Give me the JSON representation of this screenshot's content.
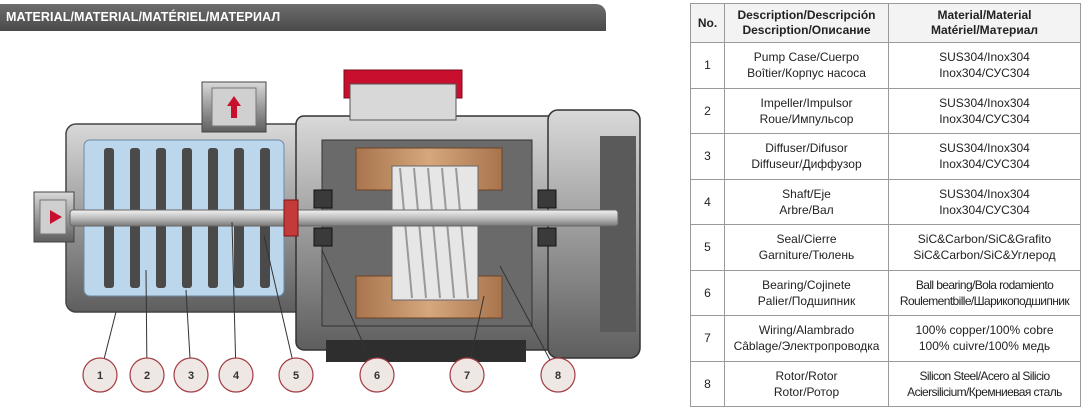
{
  "header": {
    "title": "MATERIAL/MATERIAL/MATÉRIEL/МАТЕРИАЛ"
  },
  "callouts": [
    "1",
    "2",
    "3",
    "4",
    "5",
    "6",
    "7",
    "8"
  ],
  "table": {
    "headers": [
      "No.",
      "Description/Descripción Description/Описание",
      "Material/Material Matériel/Материал"
    ],
    "header_lines": {
      "no": "No.",
      "desc1": "Description/Descripción",
      "desc2": "Description/Описание",
      "mat1": "Material/Material",
      "mat2": "Matériel/Материал"
    },
    "rows": [
      {
        "no": "1",
        "desc1": "Pump Case/Cuerpo",
        "desc2": "Boîtier/Корпус насоса",
        "mat1": "SUS304/Inox304",
        "mat2": "Inox304/СУС304"
      },
      {
        "no": "2",
        "desc1": "Impeller/Impulsor",
        "desc2": "Roue/Импульсор",
        "mat1": "SUS304/Inox304",
        "mat2": "Inox304/СУС304"
      },
      {
        "no": "3",
        "desc1": "Diffuser/Difusor",
        "desc2": "Diffuseur/Диффузор",
        "mat1": "SUS304/Inox304",
        "mat2": "Inox304/СУС304"
      },
      {
        "no": "4",
        "desc1": "Shaft/Eje",
        "desc2": "Arbre/Вал",
        "mat1": "SUS304/Inox304",
        "mat2": "Inox304/СУС304"
      },
      {
        "no": "5",
        "desc1": "Seal/Cierre",
        "desc2": "Garniture/Тюлень",
        "mat1": "SiC&Carbon/SiC&Grafito",
        "mat2": "SiC&Carbon/SiC&Углерод"
      },
      {
        "no": "6",
        "desc1": "Bearing/Cojinete",
        "desc2": "Palier/Подшипник",
        "mat1": "Ball bearing/Bola rodamiento",
        "mat2": "Roulementbille/Шарикоподшипник"
      },
      {
        "no": "7",
        "desc1": "Wiring/Alambrado",
        "desc2": "Câblage/Электропроводка",
        "mat1": "100% copper/100% cobre",
        "mat2": "100% cuivre/100% медь"
      },
      {
        "no": "8",
        "desc1": "Rotor/Rotor",
        "desc2": "Rotor/Ротор",
        "mat1": "Silicon Steel/Acero al Silicio",
        "mat2": "Aciersilicium/Кремниевая сталь"
      }
    ]
  },
  "colors": {
    "header_bar": "#555555",
    "accent_red": "#c8102e",
    "water_blue": "#bcd6ec",
    "callout_stroke": "#a33d45"
  }
}
